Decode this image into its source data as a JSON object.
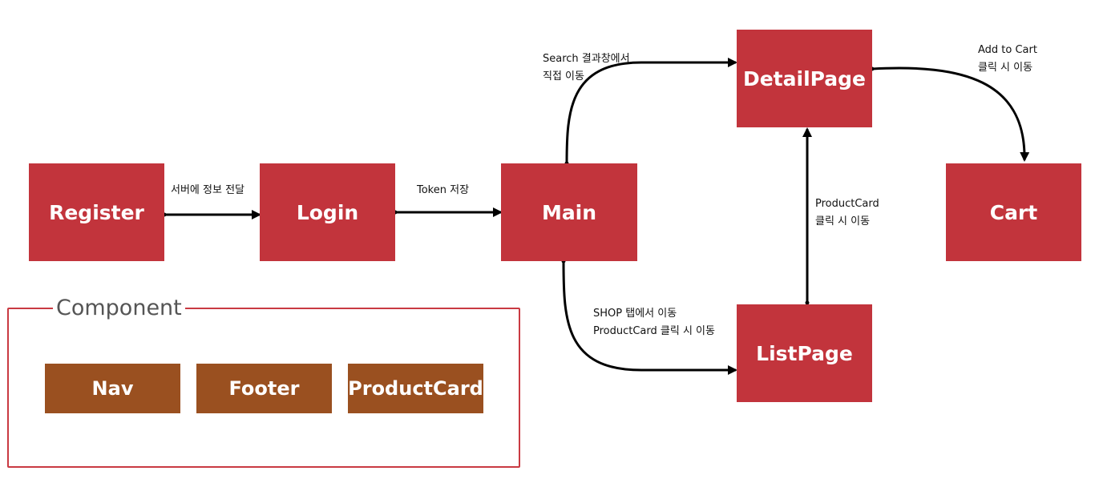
{
  "nodes": {
    "register": "Register",
    "login": "Login",
    "main": "Main",
    "detail": "DetailPage",
    "list": "ListPage",
    "cart": "Cart"
  },
  "edges": {
    "register_login": "서버에 정보 전달",
    "login_main": "Token 저장",
    "main_detail": [
      "Search 결과창에서",
      "직접 이동"
    ],
    "main_list": [
      "SHOP 탭에서 이동",
      "ProductCard 클릭 시 이동"
    ],
    "list_detail": [
      "ProductCard",
      "클릭 시 이동"
    ],
    "detail_cart": [
      "Add to Cart",
      "클릭 시 이동"
    ]
  },
  "group": {
    "title": "Component",
    "items": [
      "Nav",
      "Footer",
      "ProductCard"
    ]
  },
  "colors": {
    "page_node": "#c2343c",
    "component_node": "#9a5020",
    "group_border": "#c93a42",
    "arrow": "#000000"
  }
}
